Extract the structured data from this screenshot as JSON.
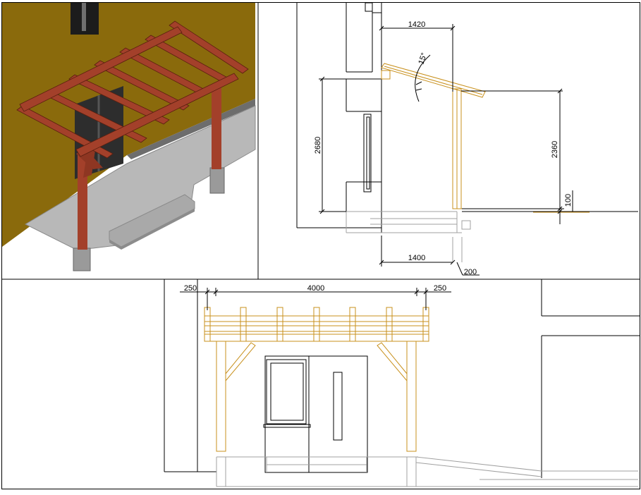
{
  "colors": {
    "beam": "#c8901c",
    "line": "#000000",
    "gray": "#a6a6a6",
    "wall": "#8a6a0c",
    "timber": "#9e3a22"
  },
  "section_view": {
    "dim_top": "1420",
    "dim_angle": "15°",
    "dim_left_height": "2680",
    "dim_right_height": "2360",
    "dim_step": "100",
    "dim_bottom": "1400",
    "dim_post": "200"
  },
  "elevation_view": {
    "dim_left_overhang": "250",
    "dim_span": "4000",
    "dim_right_overhang": "250"
  }
}
